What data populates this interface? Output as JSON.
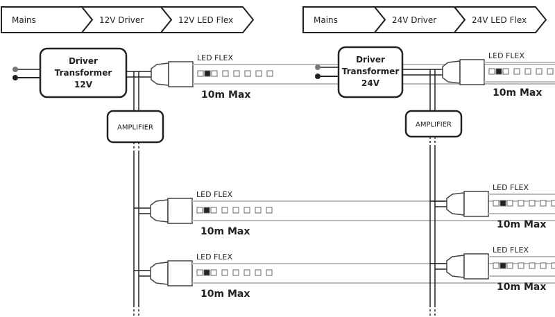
{
  "panels": [
    {
      "flow": [
        "Mains",
        "12V Driver",
        "12V LED Flex"
      ],
      "driver": [
        "Driver",
        "Transformer",
        "12V"
      ],
      "amplifier": "AMPLIFIER",
      "strips": [
        {
          "label": "LED FLEX",
          "max": "10m Max"
        },
        {
          "label": "LED FLEX",
          "max": "10m Max"
        },
        {
          "label": "LED FLEX",
          "max": "10m Max"
        }
      ]
    },
    {
      "flow": [
        "Mains",
        "24V Driver",
        "24V LED Flex"
      ],
      "driver": [
        "Driver",
        "Transformer",
        "24V"
      ],
      "amplifier": "AMPLIFIER",
      "strips": [
        {
          "label": "LED FLEX",
          "max": "10m Max"
        },
        {
          "label": "LED FLEX",
          "max": "10m Max"
        },
        {
          "label": "LED FLEX",
          "max": "10m Max"
        }
      ]
    }
  ],
  "colors": {
    "line": "#222222",
    "strip": "#bbbbbb",
    "dot_gray": "#777777"
  }
}
